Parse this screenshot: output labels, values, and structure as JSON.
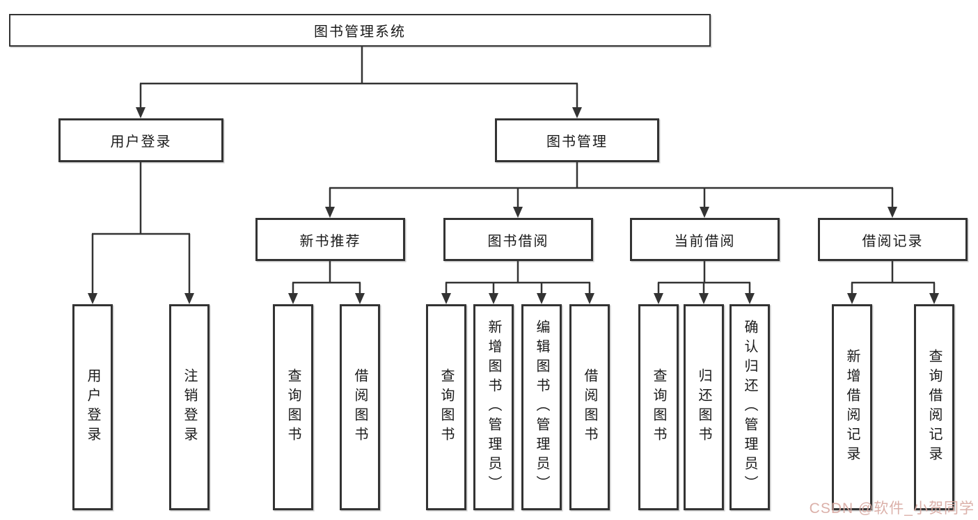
{
  "diagram": {
    "root": {
      "label": "图书管理系统"
    },
    "user_login": {
      "label": "用户登录",
      "children": [
        {
          "label": "用户登录"
        },
        {
          "label": "注销登录"
        }
      ]
    },
    "book_management": {
      "label": "图书管理",
      "sections": [
        {
          "label": "新书推荐",
          "children": [
            {
              "label": "查询图书"
            },
            {
              "label": "借阅图书"
            }
          ]
        },
        {
          "label": "图书借阅",
          "children": [
            {
              "label": "查询图书"
            },
            {
              "label": "新增图书（管理员）"
            },
            {
              "label": "编辑图书（管理员）"
            },
            {
              "label": "借阅图书"
            }
          ]
        },
        {
          "label": "当前借阅",
          "children": [
            {
              "label": "查询图书"
            },
            {
              "label": "归还图书"
            },
            {
              "label": "确认归还（管理员）"
            }
          ]
        },
        {
          "label": "借阅记录",
          "children": [
            {
              "label": "新增借阅记录"
            },
            {
              "label": "查询借阅记录"
            }
          ]
        }
      ]
    }
  },
  "watermark": {
    "text": "CSDN @软件_小贺同学",
    "color": "#d8a9a2"
  },
  "colors": {
    "background": "#ffffff",
    "box_border": "#333333",
    "connector": "#333333",
    "text": "#1a1a1a"
  }
}
